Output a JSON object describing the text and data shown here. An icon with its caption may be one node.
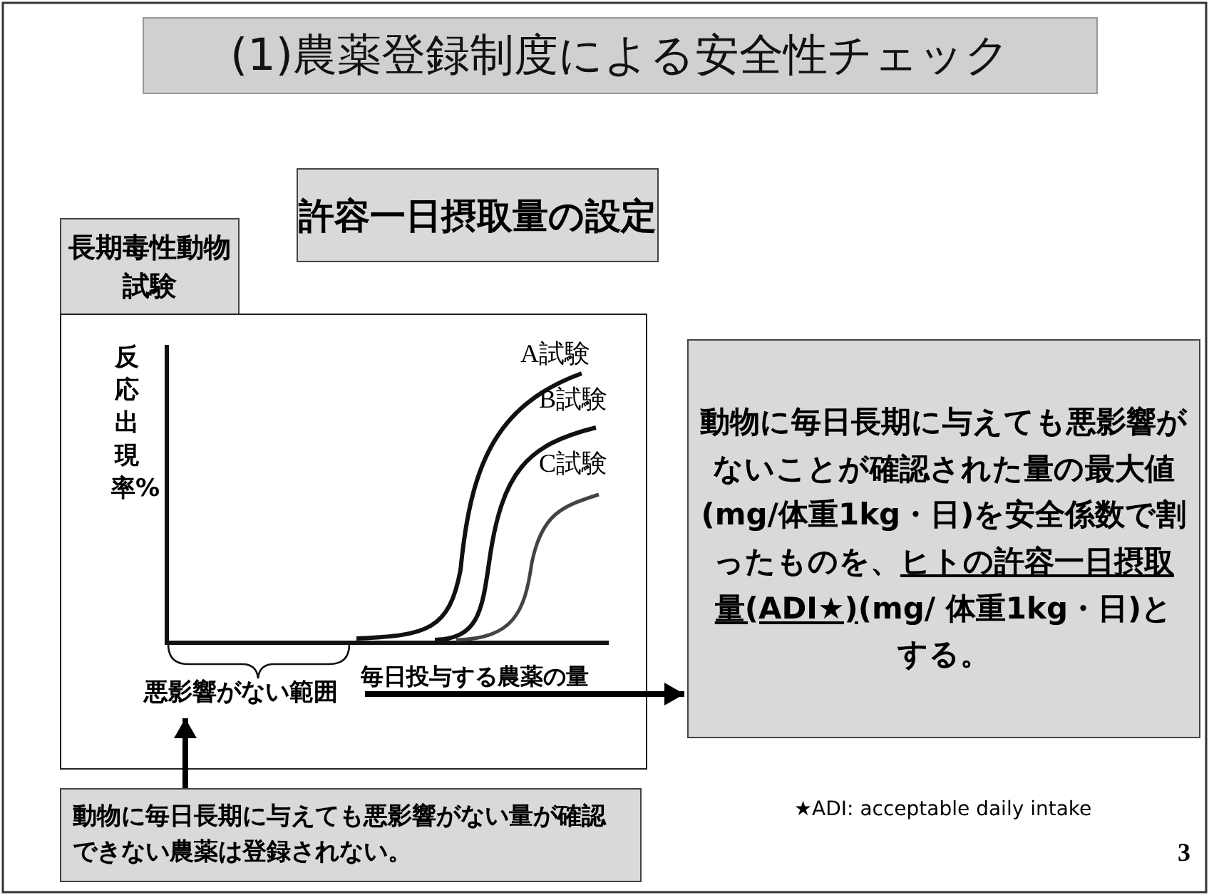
{
  "diagram": {
    "title": "(1)農薬登録制度による安全性チェック",
    "nodes": [
      {
        "text": [
          "許容一日摂取量の設定"
        ]
      },
      {
        "text": [
          "長期毒性動物試験"
        ]
      },
      {
        "text": [],
        "shape": "box"
      },
      {
        "text": [
          "悪影響がない範囲"
        ],
        "in": 2
      },
      {
        "text": [
          "動物に毎日長期に与えても悪影響がないことが確認された量の最大値(mg/体重1kg・日)を安全係数で割ったものを、",
          "ヒトの許容一日摂取量(ADI★)",
          "(mg/ 体重1kg・日)とする。"
        ]
      },
      {
        "text": [
          "動物に毎日長期に与えても悪影響がない量が確認できない農薬は登録されない。"
        ]
      }
    ],
    "edges": [
      {
        "from": 3,
        "to": 4,
        "arrow": "to"
      },
      {
        "from": 5,
        "to": 3,
        "arrow": "to"
      }
    ],
    "labels": [
      "反応出現率%",
      "A試験",
      "B試験",
      "C試験",
      "毎日投与する農薬の量",
      "★ADI: acceptable daily intake",
      "3"
    ]
  }
}
